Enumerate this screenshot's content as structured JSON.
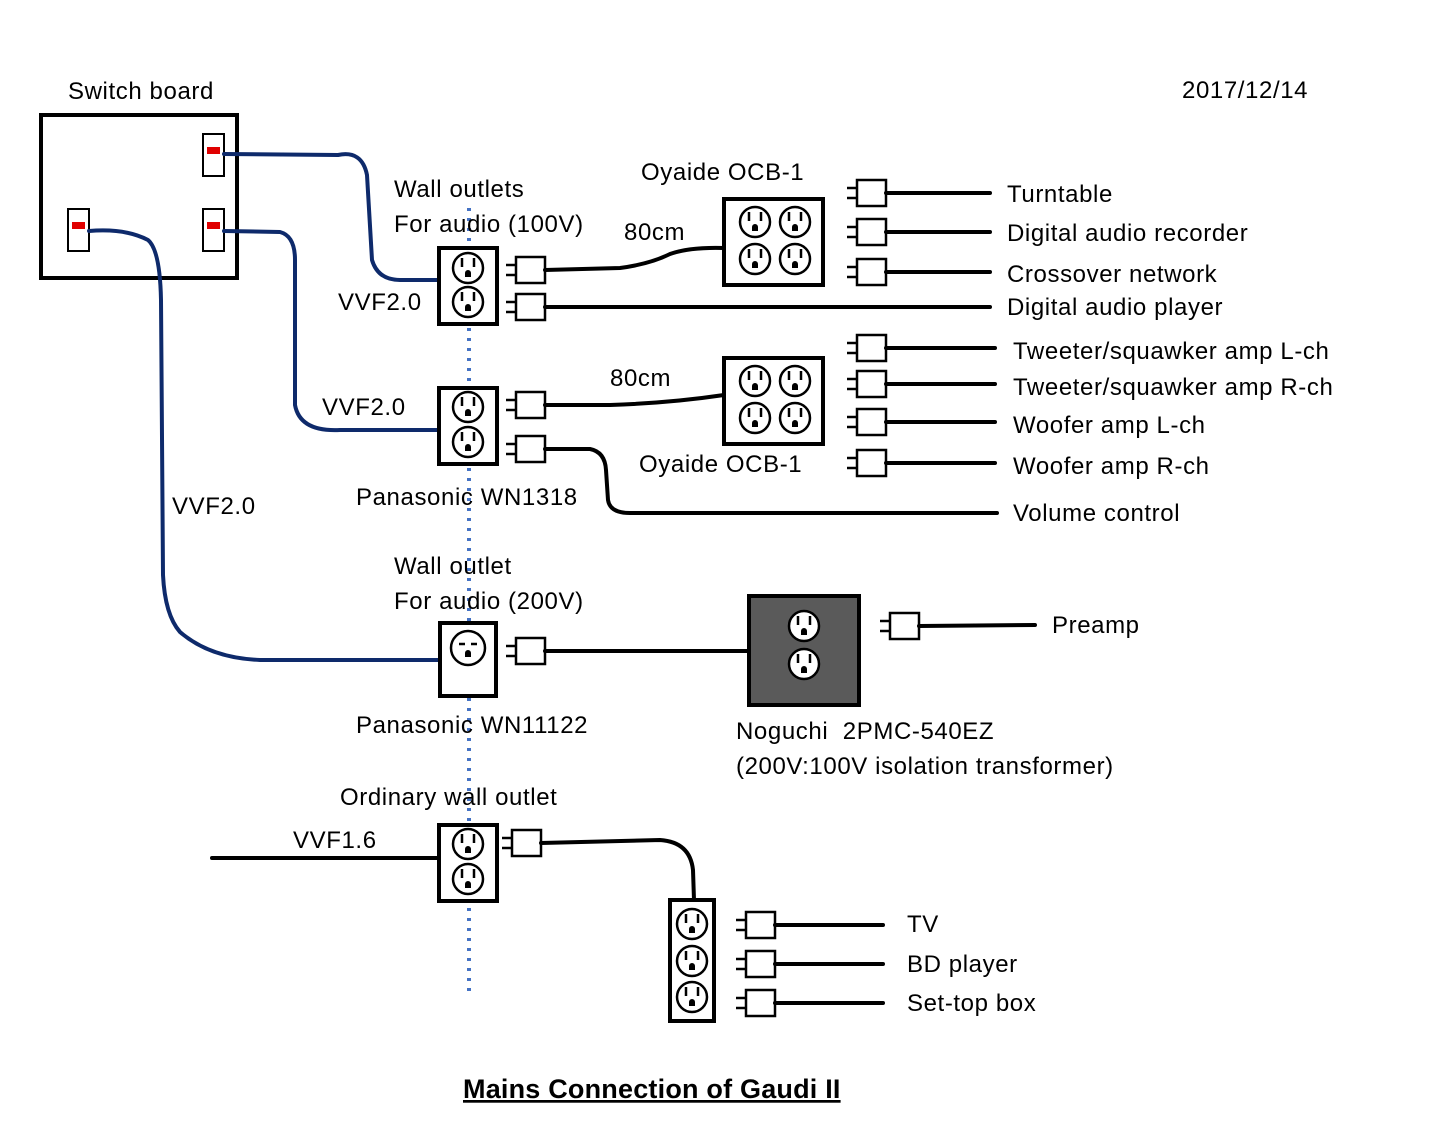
{
  "date": "2017/12/14",
  "title": "Mains Connection of Gaudi II",
  "switch_board": {
    "label": "Switch board"
  },
  "cables": {
    "vvf_top": "VVF2.0",
    "vvf_middle": "VVF2.0",
    "vvf_left": "VVF2.0",
    "vvf_ordinary": "VVF1.6",
    "length_top": "80cm",
    "length_middle": "80cm"
  },
  "outlets": {
    "audio_100v": {
      "label_line1": "Wall outlets",
      "label_line2": "For audio (100V)",
      "model": "Panasonic WN1318"
    },
    "audio_200v": {
      "label_line1": "Wall outlet",
      "label_line2": "For audio (200V)",
      "model": "Panasonic WN11122"
    },
    "ordinary": {
      "label": "Ordinary wall outlet"
    }
  },
  "power_strips": {
    "ocb_top": "Oyaide OCB-1",
    "ocb_bottom": "Oyaide OCB-1"
  },
  "transformer": {
    "label_line1": "Noguchi  2PMC-540EZ",
    "label_line2": "(200V:100V isolation transformer)"
  },
  "devices": {
    "turntable": "Turntable",
    "digital_audio_recorder": "Digital audio recorder",
    "crossover_network": "Crossover network",
    "digital_audio_player": "Digital audio player",
    "tweeter_amp_l": "Tweeter/squawker amp L-ch",
    "tweeter_amp_r": "Tweeter/squawker amp R-ch",
    "woofer_amp_l": "Woofer amp L-ch",
    "woofer_amp_r": "Woofer amp R-ch",
    "volume_control": "Volume control",
    "preamp": "Preamp",
    "tv": "TV",
    "bd_player": "BD player",
    "set_top_box": "Set-top box"
  },
  "colors": {
    "feed_wire": "#0e2a6b",
    "wall_line": "#4472c4",
    "breaker_indicator": "#e00000",
    "transformer_fill": "#5a5a5a"
  }
}
